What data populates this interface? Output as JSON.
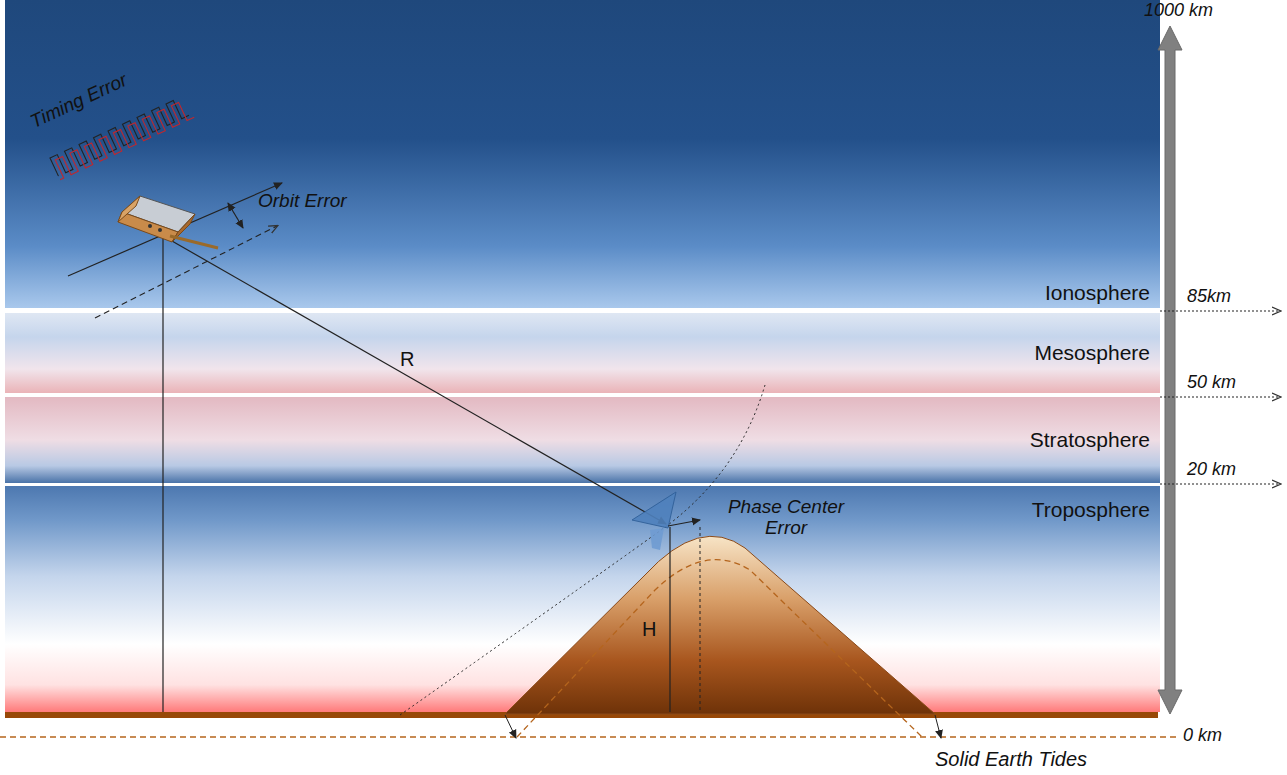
{
  "diagram": {
    "nodes": [
      {
        "text": [
          "Ionosphere"
        ]
      },
      {
        "text": [
          "Mesosphere"
        ]
      },
      {
        "text": [
          "Stratosphere"
        ]
      },
      {
        "text": [
          "Troposphere"
        ]
      }
    ],
    "labels": [
      "1000 km",
      "Timing Error",
      "Orbit Error",
      "85km",
      "R",
      "50 km",
      "20 km",
      "Phase Center Error",
      "H",
      "0 km",
      "Solid Earth Tides"
    ]
  }
}
